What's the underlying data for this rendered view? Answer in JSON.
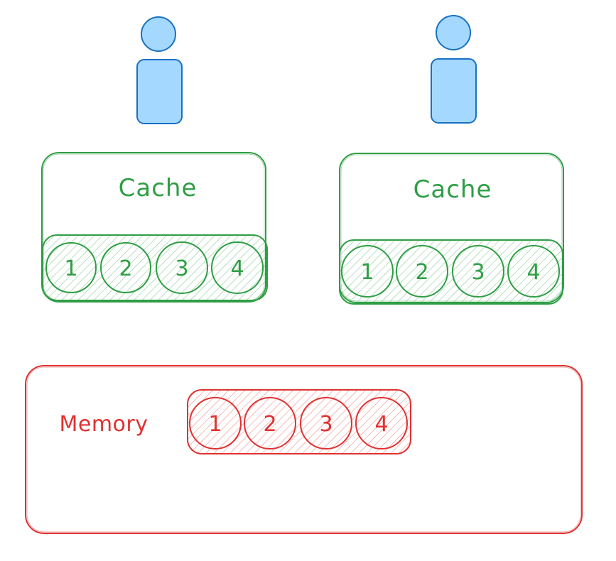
{
  "colors": {
    "cache_stroke": "#2f9e44",
    "cache_fill": "#b2f2bb",
    "memory_stroke": "#e03131",
    "memory_fill": "#ffc9c9",
    "user_stroke": "#1971c2",
    "user_fill": "#a5d8ff"
  },
  "icons": {
    "user": "user-icon"
  },
  "caches": [
    {
      "title": "Cache",
      "cells": [
        "1",
        "2",
        "3",
        "4"
      ]
    },
    {
      "title": "Cache",
      "cells": [
        "1",
        "2",
        "3",
        "4"
      ]
    }
  ],
  "memory": {
    "title": "Memory",
    "cells": [
      "1",
      "2",
      "3",
      "4"
    ]
  }
}
